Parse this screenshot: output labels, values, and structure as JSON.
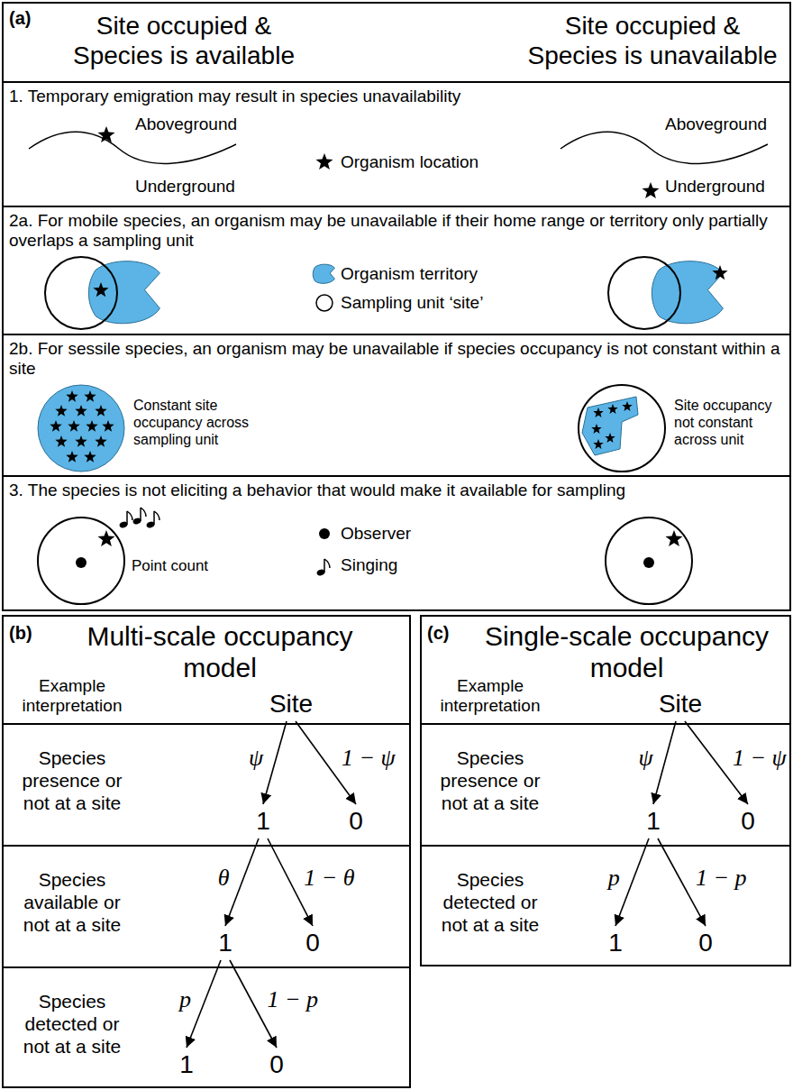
{
  "diagram": {
    "nodes": [
      {
        "text": [
          "(a)",
          "Site occupied & Species is available",
          "Site occupied & Species is unavailable"
        ]
      },
      {
        "text": [
          "1. Temporary emigration may result in species unavailability"
        ],
        "in": 0
      },
      {
        "text": [
          "2a. For mobile species, an organism may be unavailable if their home range or territory only partially overlaps a sampling unit"
        ],
        "in": 0
      },
      {
        "text": [
          "2b. For sessile species, an organism may be unavailable if species occupancy is not constant within a site"
        ],
        "in": 0
      },
      {
        "text": [
          "3. The species is not eliciting a behavior that would make it available for sampling"
        ],
        "in": 0
      },
      {
        "text": [
          "(b)",
          "Multi-scale occupancy model"
        ]
      },
      {
        "text": [
          "Example interpretation"
        ],
        "in": 5
      },
      {
        "text": [
          "Site"
        ],
        "in": 6
      },
      {
        "text": [
          "Species presence or not at a site"
        ],
        "in": 5
      },
      {
        "text": [
          "1"
        ],
        "in": 8
      },
      {
        "text": [
          "0"
        ],
        "in": 8
      },
      {
        "text": [
          "Species available or not at a site"
        ],
        "in": 5
      },
      {
        "text": [
          "1"
        ],
        "in": 11
      },
      {
        "text": [
          "0"
        ],
        "in": 11
      },
      {
        "text": [
          "Species detected or not at a site"
        ],
        "in": 5
      },
      {
        "text": [
          "1"
        ],
        "in": 14
      },
      {
        "text": [
          "0"
        ],
        "in": 14
      },
      {
        "text": [
          "(c)",
          "Single-scale occupancy model"
        ]
      },
      {
        "text": [
          "Example interpretation"
        ],
        "in": 17
      },
      {
        "text": [
          "Site"
        ],
        "in": 18
      },
      {
        "text": [
          "Species presence or not at a site"
        ],
        "in": 17
      },
      {
        "text": [
          "1"
        ],
        "in": 20
      },
      {
        "text": [
          "0"
        ],
        "in": 20
      },
      {
        "text": [
          "Species detected or not at a site"
        ],
        "in": 17
      },
      {
        "text": [
          "1"
        ],
        "in": 23
      },
      {
        "text": [
          "0"
        ],
        "in": 23
      }
    ],
    "edges": [
      {
        "from": 7,
        "to": 9,
        "arrow": "to",
        "label": "ψ"
      },
      {
        "from": 7,
        "to": 10,
        "arrow": "to",
        "label": "1 − ψ"
      },
      {
        "from": 9,
        "to": 12,
        "arrow": "to",
        "label": "θ"
      },
      {
        "from": 9,
        "to": 13,
        "arrow": "to",
        "label": "1 − θ"
      },
      {
        "from": 12,
        "to": 15,
        "arrow": "to",
        "label": "p"
      },
      {
        "from": 12,
        "to": 16,
        "arrow": "to",
        "label": "1 − p"
      },
      {
        "from": 19,
        "to": 21,
        "arrow": "to",
        "label": "ψ"
      },
      {
        "from": 19,
        "to": 22,
        "arrow": "to",
        "label": "1 − ψ"
      },
      {
        "from": 21,
        "to": 24,
        "arrow": "to",
        "label": "p"
      },
      {
        "from": 21,
        "to": 25,
        "arrow": "to",
        "label": "1 − p"
      }
    ],
    "labels": [
      "Aboveground",
      "Underground",
      "Aboveground",
      "Underground",
      "Constant site occupancy across sampling unit",
      "Site occupancy not constant across unit",
      "Point count"
    ],
    "legend": [
      {
        "text": "Organism location"
      },
      {
        "text": "Organism territory",
        "color": "#5bb4e5"
      },
      {
        "text": "Sampling unit ‘site’"
      },
      {
        "text": "Observer"
      },
      {
        "text": "Singing"
      }
    ]
  }
}
